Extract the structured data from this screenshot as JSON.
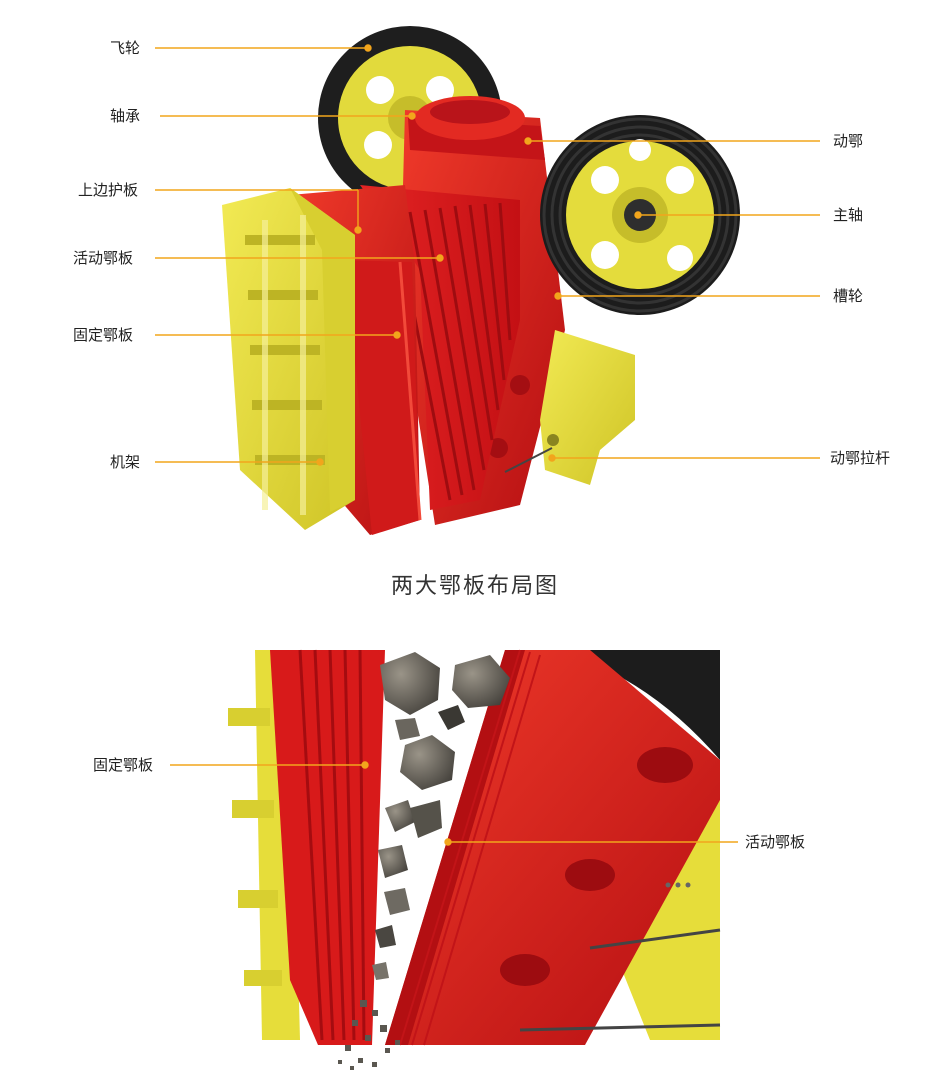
{
  "diagram1": {
    "labels": {
      "flywheel": "飞轮",
      "bearing": "轴承",
      "upper_guard": "上边护板",
      "movable_jaw_plate": "活动鄂板",
      "fixed_jaw_plate": "固定鄂板",
      "frame": "机架",
      "moving_jaw": "动鄂",
      "main_shaft": "主轴",
      "sheave": "槽轮",
      "jaw_tie_rod": "动鄂拉杆"
    },
    "caption": "两大鄂板布局图"
  },
  "diagram2": {
    "labels": {
      "fixed_jaw_plate": "固定鄂板",
      "movable_jaw_plate": "活动鄂板"
    }
  },
  "colors": {
    "leader": "#f2a51c",
    "red": "#d81c1c",
    "yellow": "#e8df3a",
    "tire": "#222222"
  }
}
